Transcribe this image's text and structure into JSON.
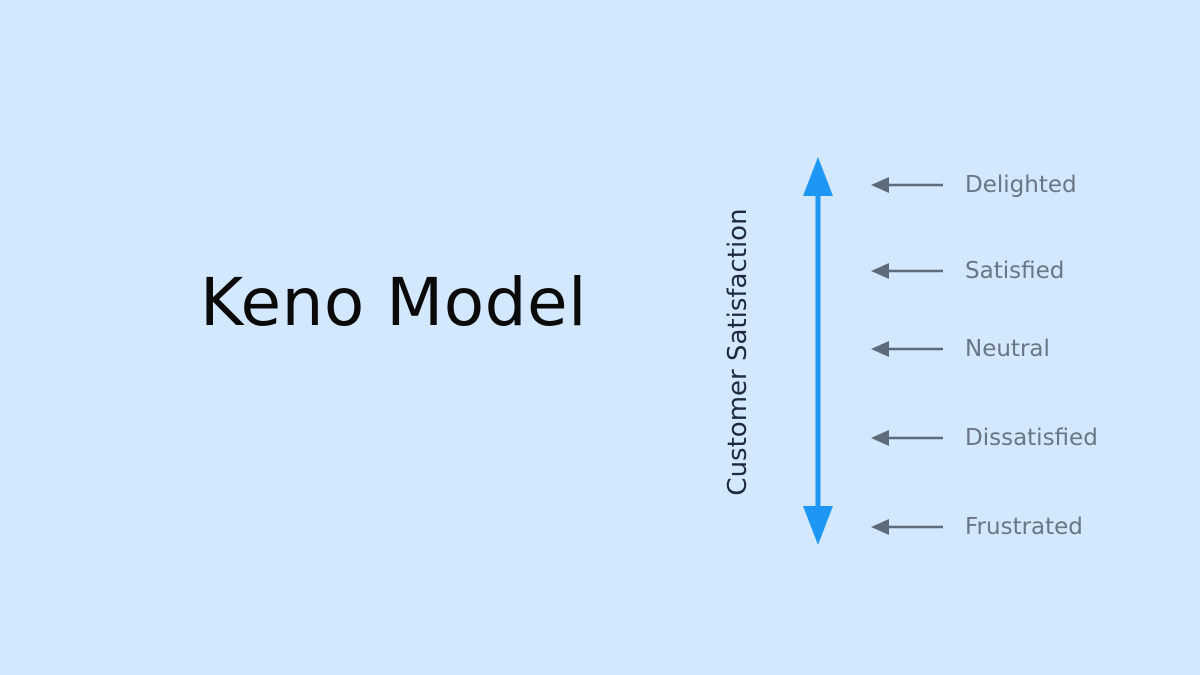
{
  "title": "Keno Model",
  "axis_label": "Customer Satisfaction",
  "levels": [
    "Delighted",
    "Satisfied",
    "Neutral",
    "Dissatisfied",
    "Frustrated"
  ],
  "colors": {
    "background": "#d3e8fd",
    "axis_arrow": "#1e96f3",
    "pointer_arrow": "#5d6b7b",
    "level_text": "#6b7684",
    "title_text": "#0a0a0a"
  }
}
